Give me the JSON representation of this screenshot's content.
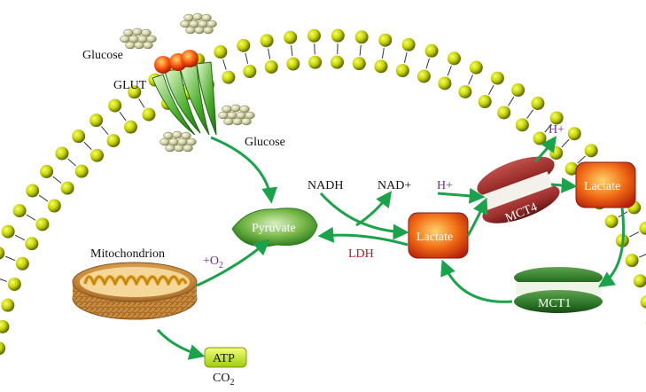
{
  "labels": {
    "glucose_outside": "Glucose",
    "glut": "GLUT",
    "glucose_inside": "Glucose",
    "pyruvate": "Pyruvate",
    "nadh": "NADH",
    "nad_plus": "NAD+",
    "ldh": "LDH",
    "lactate_inner": "Lactate",
    "lactate_outer": "Lactate",
    "h_plus_in": "H+",
    "h_plus_out": "H+",
    "mct4": "MCT4",
    "mct1": "MCT1",
    "mitochondrion": "Mitochondrion",
    "o2_prefix": "+O",
    "o2_sub": "2",
    "atp": "ATP",
    "co2_prefix": "CO",
    "co2_sub": "2"
  },
  "colors": {
    "pathway_arrow": "#1aa34a",
    "ldh_text": "#c0181b",
    "ion_text": "#7a2d8c",
    "lipid_head": "#c8d400",
    "lactate_box": "#e8561a",
    "mct4": "#9b2e2b",
    "mct1": "#2f7a2a",
    "atp_box": "#c6ea1c"
  },
  "icons": {
    "glucose_molecule": "glucose-cluster-icon",
    "glut_transporter": "glut-transporter-icon",
    "mitochondrion": "mitochondrion-icon"
  }
}
